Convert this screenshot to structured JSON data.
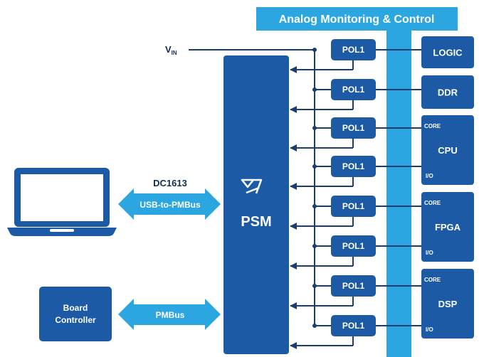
{
  "header": {
    "title": "Analog Monitoring & Control"
  },
  "vin": {
    "main": "V",
    "sub": "IN"
  },
  "psm": {
    "label": "PSM",
    "logo_icon": "linear-tech-logo-icon"
  },
  "usb_link": {
    "title": "DC1613",
    "label": "USB-to-PMBus"
  },
  "pmbus_link": {
    "label": "PMBus"
  },
  "board_controller": {
    "line1": "Board",
    "line2": "Controller"
  },
  "laptop": {
    "icon": "laptop-icon"
  },
  "pol_label": "POL1",
  "loads": [
    {
      "name": "LOGIC",
      "core": "",
      "io": ""
    },
    {
      "name": "DDR",
      "core": "",
      "io": ""
    },
    {
      "name": "CPU",
      "core": "CORE",
      "io": "I/O"
    },
    {
      "name": "FPGA",
      "core": "CORE",
      "io": "I/O"
    },
    {
      "name": "DSP",
      "core": "CORE",
      "io": "I/O"
    }
  ],
  "colors": {
    "dark_blue": "#1c5aa6",
    "light_blue": "#2ba6e0",
    "line": "#1a3f6e",
    "text_dark": "#0f2d57",
    "white": "#ffffff"
  }
}
